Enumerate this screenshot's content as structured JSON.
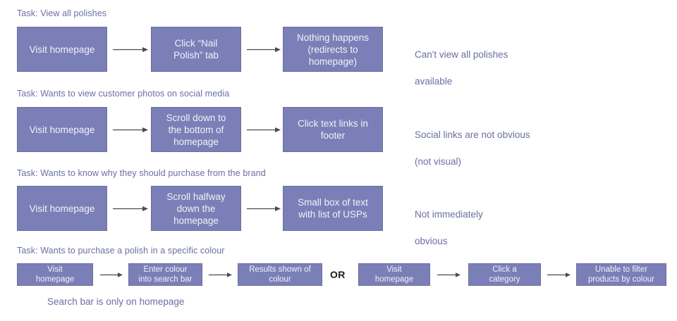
{
  "colors": {
    "box_fill": "#7A7FB7",
    "box_border": "#6A6E9E",
    "box_text": "#F2F2F7",
    "label_text": "#6A6FA2",
    "arrow": "#4A4A58",
    "or_text": "#1a1a1a",
    "background": "#ffffff"
  },
  "rows": [
    {
      "task": "Task: View all polishes",
      "steps": [
        "Visit homepage",
        "Click “Nail Polish” tab",
        "Nothing happens (redirects to homepage)"
      ],
      "step_lines": [
        [
          "Visit homepage"
        ],
        [
          "Click “Nail",
          "Polish” tab"
        ],
        [
          "Nothing happens",
          "(redirects to",
          "homepage)"
        ]
      ],
      "note": "Can't view all polishes available",
      "note_lines": [
        "Can't view all polishes",
        "available"
      ]
    },
    {
      "task": "Task: Wants to view customer photos on social media",
      "steps": [
        "Visit homepage",
        "Scroll down to the bottom of homepage",
        "Click text links in footer"
      ],
      "step_lines": [
        [
          "Visit homepage"
        ],
        [
          "Scroll down to",
          "the bottom of",
          "homepage"
        ],
        [
          "Click text links in",
          "footer"
        ]
      ],
      "note": "Social links are not obvious (not visual)",
      "note_lines": [
        "Social links are not obvious",
        "(not visual)"
      ]
    },
    {
      "task": "Task: Wants to know why they should purchase from the brand",
      "steps": [
        "Visit homepage",
        "Scroll halfway down the homepage",
        "Small box of text with list of USPs"
      ],
      "step_lines": [
        [
          "Visit homepage"
        ],
        [
          "Scroll halfway",
          "down the",
          "homepage"
        ],
        [
          "Small box of text",
          "with list of USPs"
        ]
      ],
      "note": "Not immediately obvious",
      "note_lines": [
        "Not immediately",
        "obvious"
      ]
    },
    {
      "task": "Task: Wants to purchase a polish in a specific colour",
      "branch_a": [
        "Visit homepage",
        "Enter colour into search bar",
        "Results shown of colour"
      ],
      "branch_a_lines": [
        [
          "Visit",
          "homepage"
        ],
        [
          "Enter colour",
          "into search bar"
        ],
        [
          "Results shown of",
          "colour"
        ]
      ],
      "connector": "OR",
      "branch_b": [
        "Visit homepage",
        "Click a category",
        "Unable to filter products by colour"
      ],
      "branch_b_lines": [
        [
          "Visit",
          "homepage"
        ],
        [
          "Click a",
          "category"
        ],
        [
          "Unable to filter",
          "products by colour"
        ]
      ],
      "footnote": "Search bar is only on homepage"
    }
  ]
}
